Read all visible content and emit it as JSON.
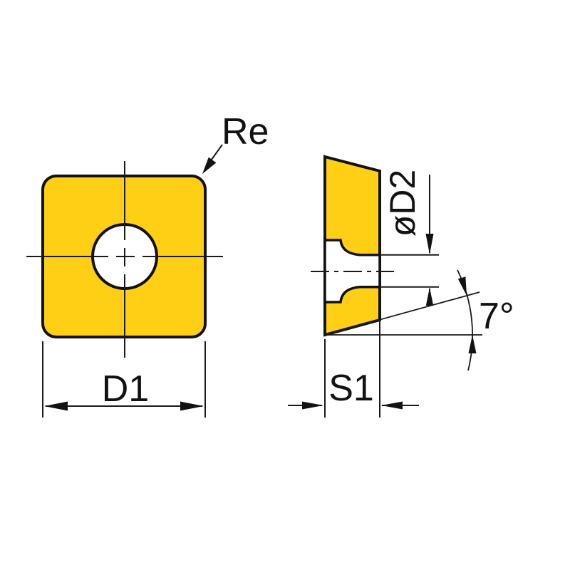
{
  "drawing": {
    "labels": {
      "corner_radius": "Re",
      "front_width": "D1",
      "thickness": "S1",
      "hole_diameter": "øD2",
      "clearance_angle": "7°"
    },
    "colors": {
      "insert_fill": "#FFCF15",
      "hole_fill": "#FFFFFF",
      "line": "#121212",
      "background": "#FFFFFF"
    }
  }
}
